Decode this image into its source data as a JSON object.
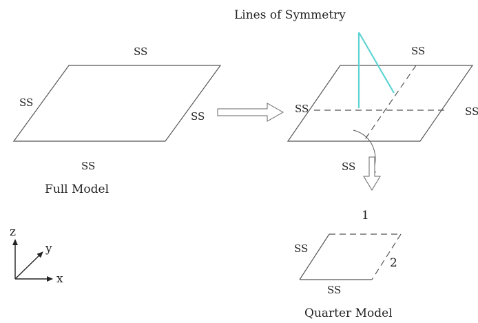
{
  "full_model": {
    "label": "Full Model",
    "edge_labels": {
      "top": "SS",
      "left": "SS",
      "right": "SS",
      "bottom": "SS"
    }
  },
  "symmetry": {
    "title": "Lines of Symmetry",
    "edge_labels": {
      "top": "SS",
      "left": "SS",
      "right": "SS",
      "bottom": "SS"
    },
    "accent_color": "#5fd3d3"
  },
  "quarter_model": {
    "label": "Quarter Model",
    "edge_labels": {
      "left": "SS",
      "bottom": "SS",
      "top": "1",
      "right": "2"
    }
  },
  "axes": {
    "z": "z",
    "y": "y",
    "x": "x"
  }
}
